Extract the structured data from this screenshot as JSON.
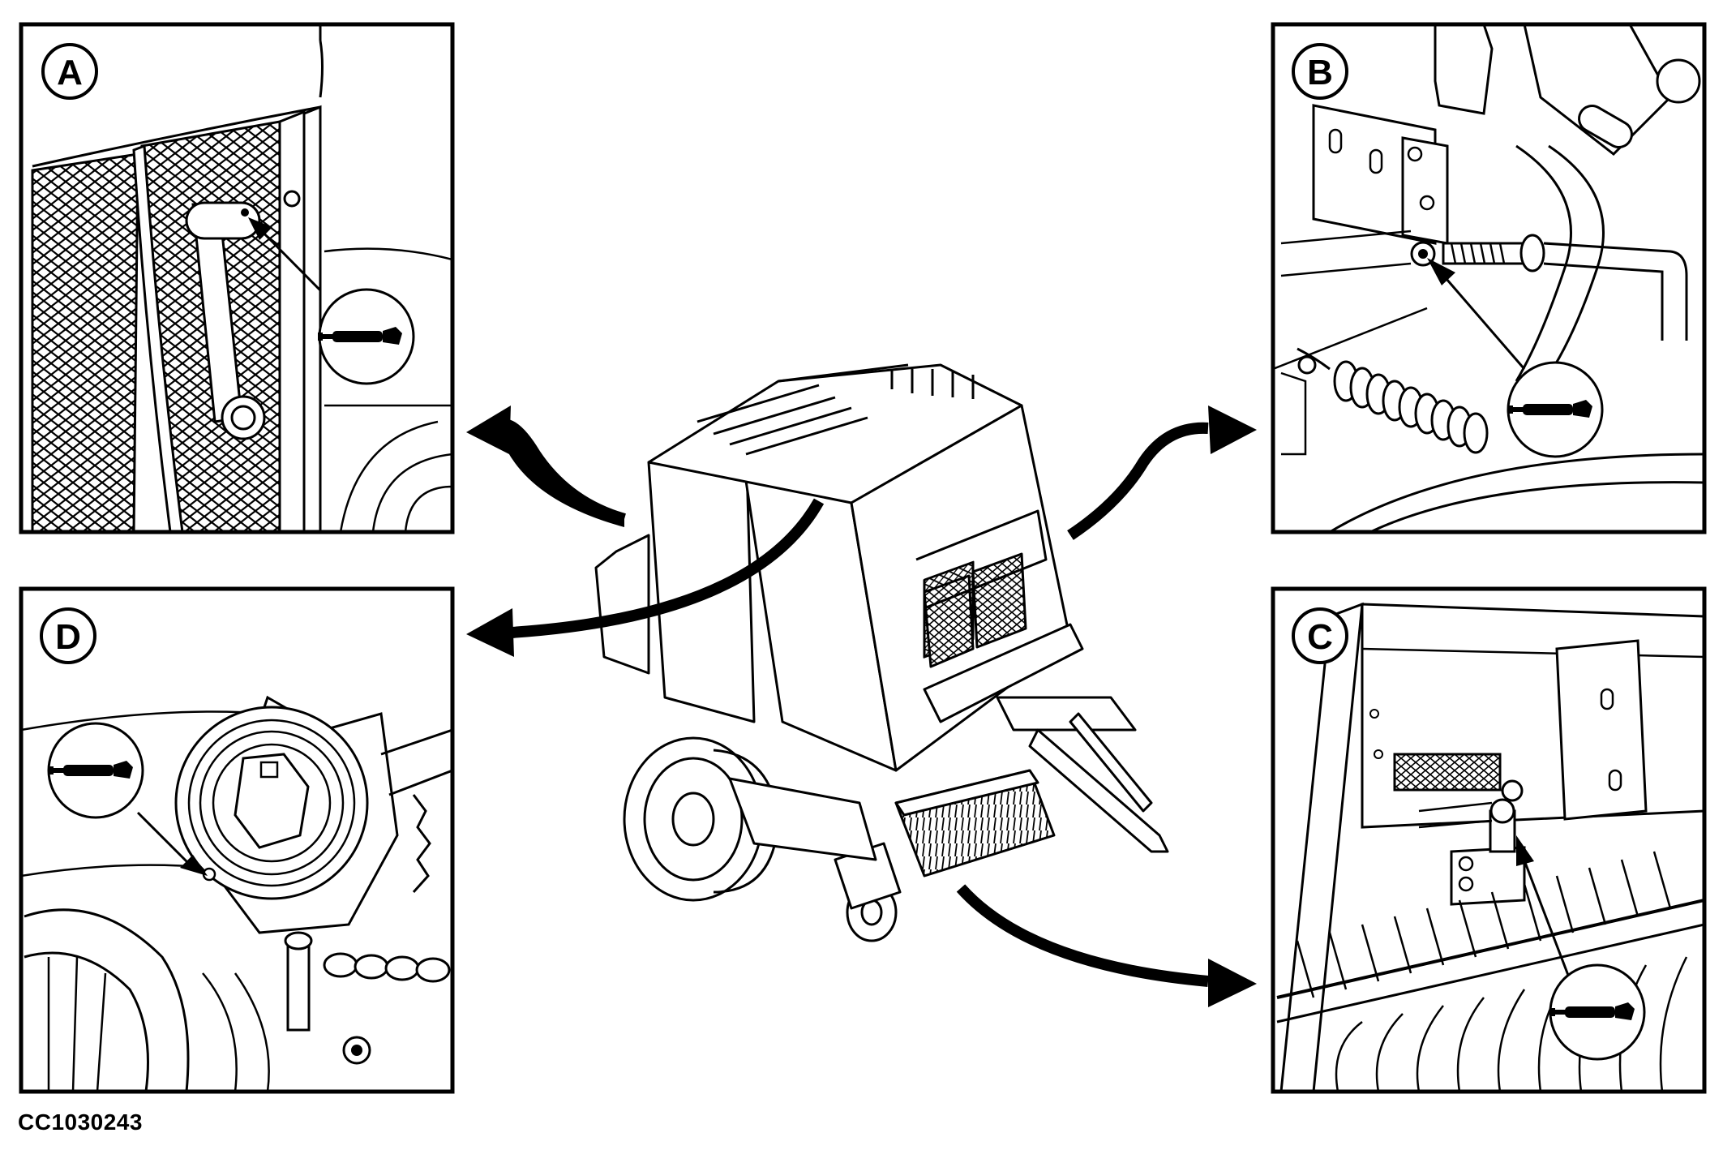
{
  "panels": [
    {
      "id": "A",
      "label": "A"
    },
    {
      "id": "B",
      "label": "B"
    },
    {
      "id": "C",
      "label": "C"
    },
    {
      "id": "D",
      "label": "D"
    }
  ],
  "figure_id": "CC1030243",
  "icons": {
    "callout": "grease-gun-icon",
    "pointer": "arrow-icon"
  },
  "colors": {
    "line": "#000000",
    "background": "#ffffff"
  }
}
